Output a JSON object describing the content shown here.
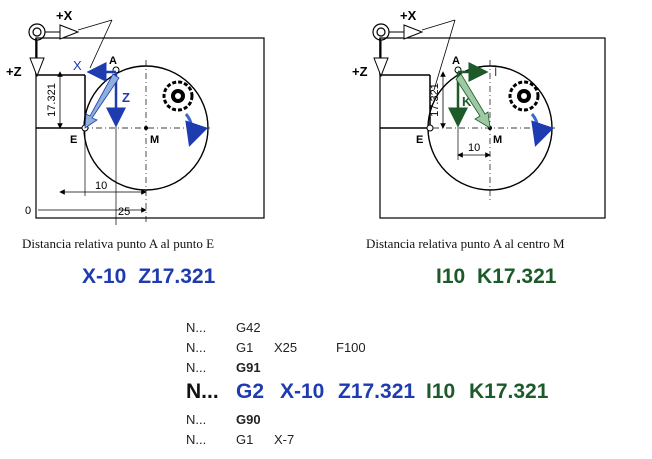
{
  "left_diagram": {
    "labels": {
      "plus_x": "+X",
      "plus_z": "+Z",
      "x_arrow": "X",
      "z_arrow": "Z",
      "point_a": "A",
      "point_e": "E",
      "point_m": "M",
      "dim_vertical": "17.321",
      "dim_10": "10",
      "dim_25": "25",
      "origin": "0"
    },
    "caption": "Distancia relativa punto A al punto E",
    "formula": {
      "x": "X-10",
      "z": "Z17.321"
    }
  },
  "right_diagram": {
    "labels": {
      "plus_x": "+X",
      "plus_z": "+Z",
      "i_arrow": "I",
      "k_arrow": "K",
      "point_a": "A",
      "point_e": "E",
      "point_m": "M",
      "dim_vertical": "17.321",
      "dim_10": "10"
    },
    "caption": "Distancia relativa punto A al centro M",
    "formula": {
      "i": "I10",
      "k": "K17.321"
    }
  },
  "program": {
    "line1": {
      "n": "N...",
      "code": "G42"
    },
    "line2": {
      "n": "N...",
      "code": "G1",
      "x": "X25",
      "f": "F100"
    },
    "line3": {
      "n": "N...",
      "code": "G91"
    },
    "line4": {
      "n": "N...",
      "code": "G2",
      "x": "X-10",
      "z": "Z17.321",
      "i": "I10",
      "k": "K17.321"
    },
    "line5": {
      "n": "N...",
      "code": "G90"
    },
    "line6": {
      "n": "N...",
      "code": "G1",
      "x": "X-7"
    }
  },
  "colors": {
    "blue": "#1f3bb0",
    "green": "#1d5a2a",
    "shaded_arrow_blue": "#8fb0dc",
    "shaded_arrow_green": "#9fc9a4"
  }
}
